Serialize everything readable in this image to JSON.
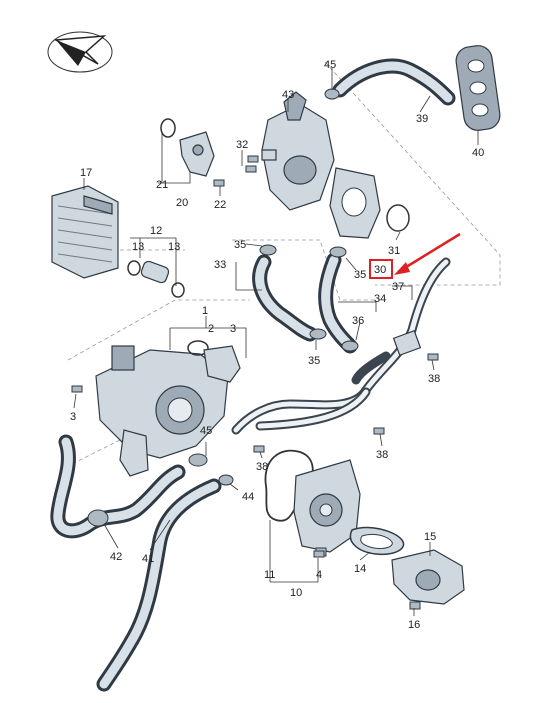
{
  "callouts": {
    "c1": "1",
    "c2": "2",
    "c3a": "3",
    "c3b": "3",
    "c4": "4",
    "c8": "10",
    "c11": "11",
    "c12": "12",
    "c13a": "13",
    "c13b": "13",
    "c14": "14",
    "c15": "15",
    "c16": "16",
    "c17": "17",
    "c20": "20",
    "c21": "21",
    "c22": "22",
    "c30": "30",
    "c31": "31",
    "c32": "32",
    "c33": "33",
    "c34": "34",
    "c35a": "35",
    "c35b": "35",
    "c35c": "35",
    "c36": "36",
    "c37": "37",
    "c38a": "38",
    "c38b": "38",
    "c38c": "38",
    "c39": "39",
    "c40": "40",
    "c41": "41",
    "c42": "42",
    "c43": "43",
    "c44": "44",
    "c45a": "45",
    "c45b": "45"
  },
  "highlight": {
    "color": "#e02020",
    "target": "30"
  }
}
